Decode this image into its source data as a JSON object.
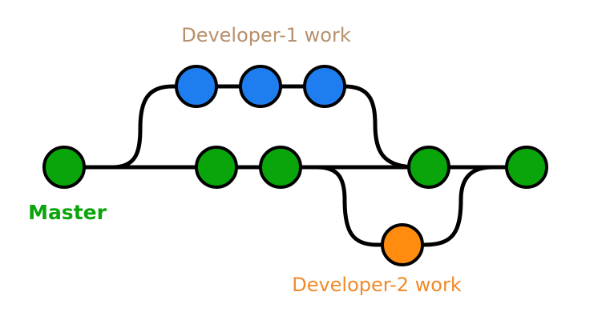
{
  "labels": {
    "developer1": "Developer-1 work",
    "developer2": "Developer-2 work",
    "master": "Master"
  },
  "colors": {
    "master": "#0aa50a",
    "developer1": "#1e7ef0",
    "developer2": "#ff8c0f",
    "developer1_label": "#b8906c",
    "developer2_label": "#f08a2a",
    "line": "#000000"
  },
  "branches": {
    "master": {
      "commits": 5
    },
    "developer1": {
      "commits": 3
    },
    "developer2": {
      "commits": 1
    }
  }
}
